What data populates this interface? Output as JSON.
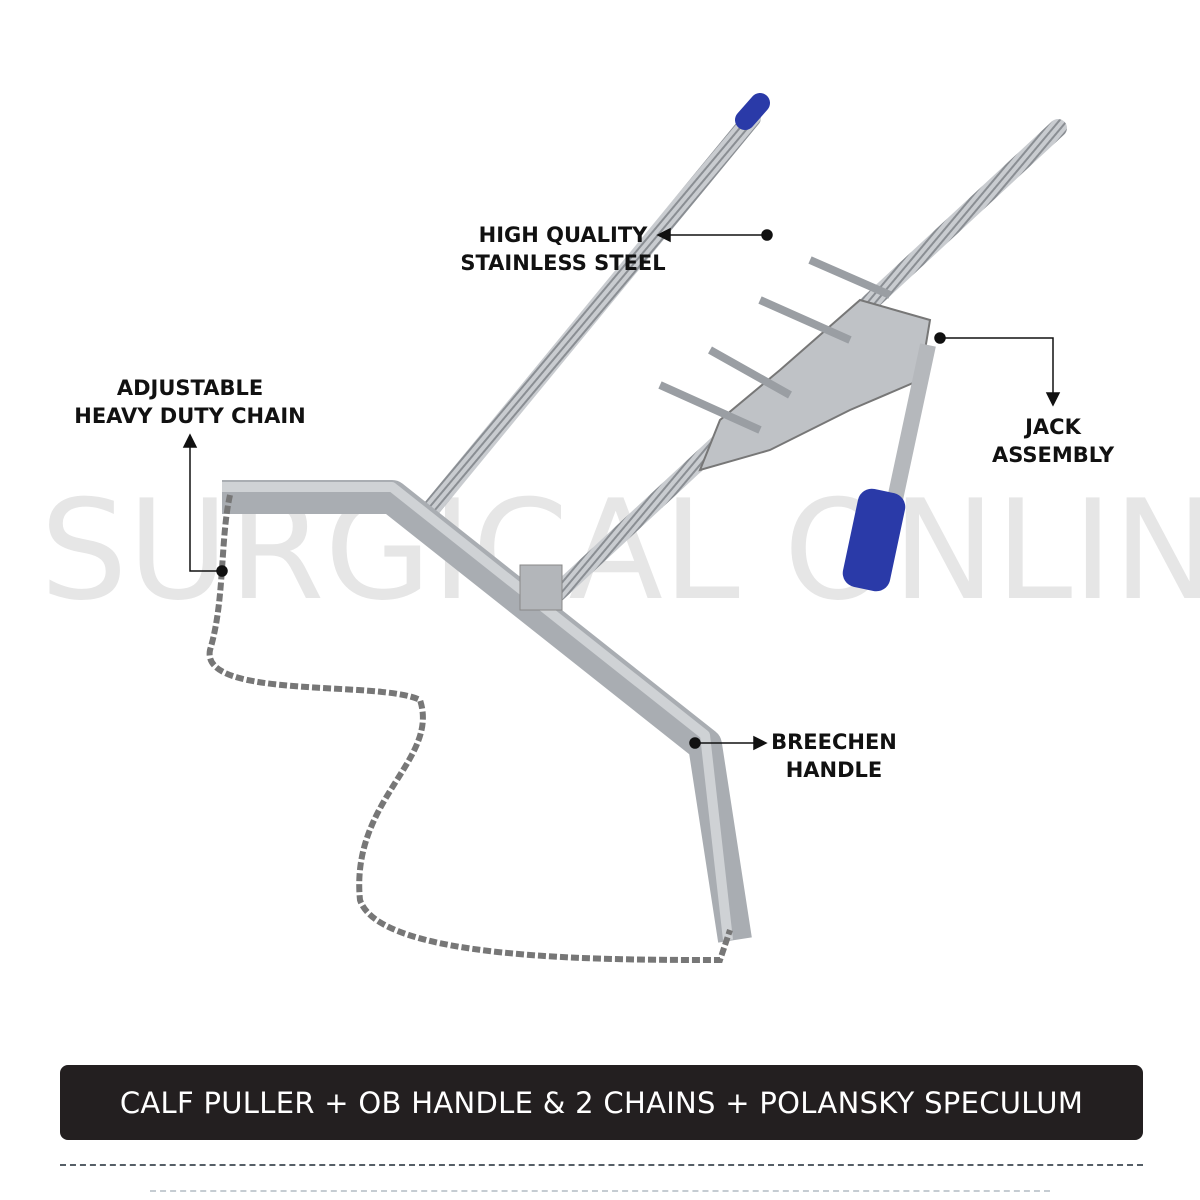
{
  "watermark": "SURGICAL ONLINE",
  "labels": {
    "steel": [
      "HIGH QUALITY",
      "STAINLESS STEEL"
    ],
    "chain": [
      "ADJUSTABLE",
      "HEAVY DUTY CHAIN"
    ],
    "jack": [
      "JACK",
      "ASSEMBLY"
    ],
    "handle": [
      "BREECHEN",
      "HANDLE"
    ]
  },
  "banner": {
    "text": "CALF PULLER + OB HANDLE & 2 CHAINS + POLANSKY SPECULUM"
  },
  "colors": {
    "banner": "#231f20",
    "grip": "#2a3aa8",
    "steel": "#b9bcc0"
  }
}
